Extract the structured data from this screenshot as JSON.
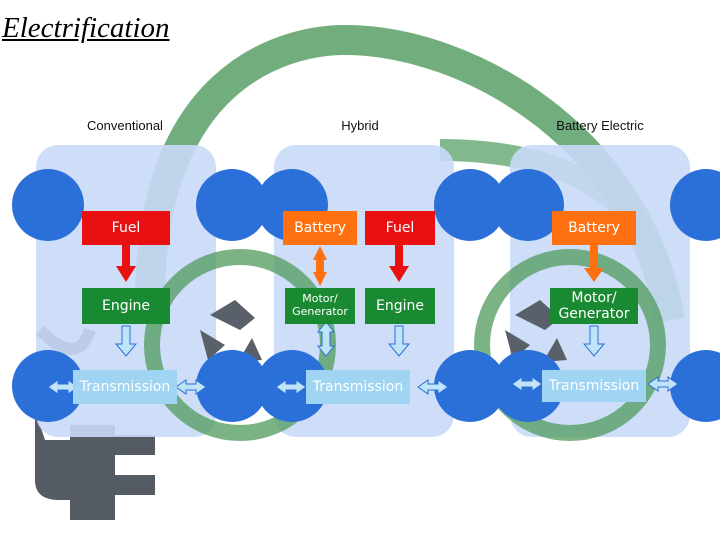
{
  "slide": {
    "title": "Electrification"
  },
  "columns": [
    {
      "label": "Conventional"
    },
    {
      "label": "Hybrid"
    },
    {
      "label": "Battery Electric"
    }
  ],
  "conventional": {
    "fuel": "Fuel",
    "engine": "Engine",
    "transmission": "Transmission"
  },
  "hybrid": {
    "battery": "Battery",
    "fuel": "Fuel",
    "motor_generator": "Motor/ Generator",
    "engine": "Engine",
    "transmission": "Transmission"
  },
  "battery_electric": {
    "battery": "Battery",
    "motor_generator": "Motor/ Generator",
    "transmission": "Transmission"
  },
  "colors": {
    "fuel": "#e81010",
    "battery": "#ff7010",
    "engine": "#1a8a32",
    "transmission": "#9fd4f2",
    "panel": "#c9d9f7",
    "wheel": "#2b6fd9",
    "ring": "#4f9a5c"
  }
}
